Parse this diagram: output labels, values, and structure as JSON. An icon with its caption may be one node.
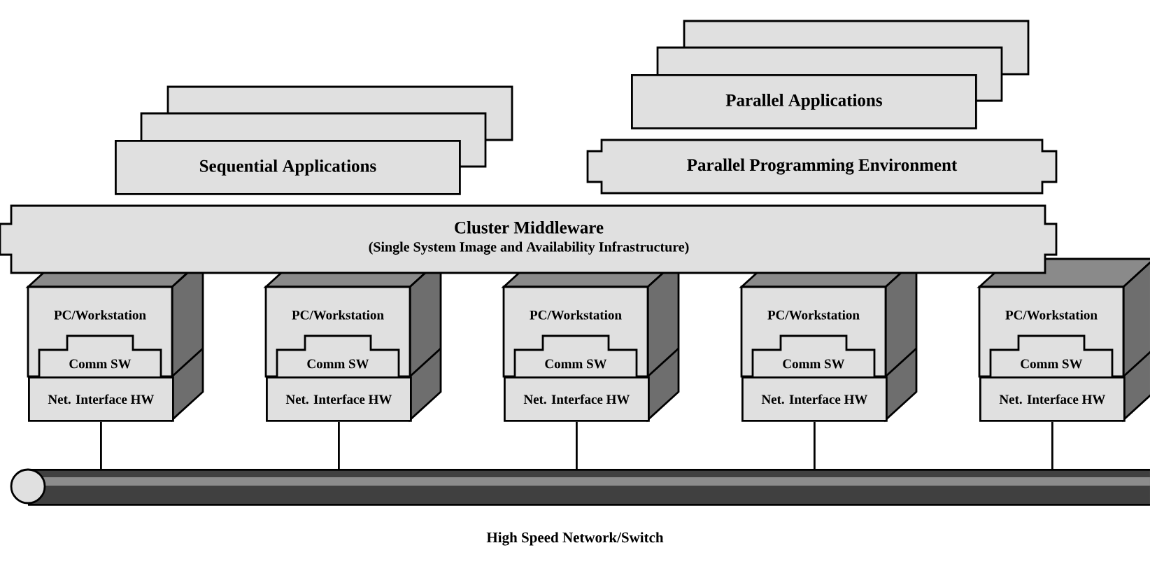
{
  "diagram": {
    "nodes": [
      {
        "text": [
          "Sequential Applications"
        ]
      },
      {
        "text": [
          "Parallel Applications"
        ]
      },
      {
        "text": [
          "Parallel Programming Environment"
        ]
      },
      {
        "text": [
          "Cluster Middleware",
          "(Single System Image and Availability Infrastructure)"
        ]
      },
      {
        "text": [
          "PC/Workstation"
        ]
      },
      {
        "text": [
          "Comm SW"
        ],
        "in": 4
      },
      {
        "text": [
          "Net. Interface HW"
        ]
      },
      {
        "text": [
          "PC/Workstation"
        ]
      },
      {
        "text": [
          "Comm SW"
        ],
        "in": 7
      },
      {
        "text": [
          "Net. Interface HW"
        ]
      },
      {
        "text": [
          "PC/Workstation"
        ]
      },
      {
        "text": [
          "Comm SW"
        ],
        "in": 10
      },
      {
        "text": [
          "Net. Interface HW"
        ]
      },
      {
        "text": [
          "PC/Workstation"
        ]
      },
      {
        "text": [
          "Comm SW"
        ],
        "in": 13
      },
      {
        "text": [
          "Net. Interface HW"
        ]
      },
      {
        "text": [
          "PC/Workstation"
        ]
      },
      {
        "text": [
          "Comm SW"
        ],
        "in": 16
      },
      {
        "text": [
          "Net. Interface HW"
        ]
      },
      {
        "text": [],
        "shape": "cylinder",
        "beside": [
          "High Speed Network/Switch"
        ]
      }
    ],
    "edges": [
      {
        "from": 6,
        "to": 19,
        "arrow": "none"
      },
      {
        "from": 9,
        "to": 19,
        "arrow": "none"
      },
      {
        "from": 12,
        "to": 19,
        "arrow": "none"
      },
      {
        "from": 15,
        "to": 19,
        "arrow": "none"
      },
      {
        "from": 18,
        "to": 19,
        "arrow": "none"
      }
    ]
  }
}
